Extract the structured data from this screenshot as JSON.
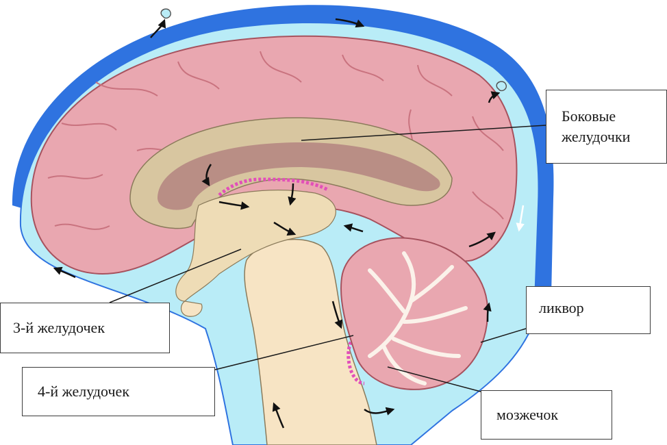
{
  "labels": {
    "lateral_ventricles": "Боковые желудочки",
    "third_ventricle": "3-й желудочек",
    "fourth_ventricle": "4-й желудочек",
    "csf": "ликвор",
    "cerebellum": "мозжечок"
  },
  "colors": {
    "venous_sinus": "#2f73e0",
    "csf": "#b9ecf7",
    "cortex": "#e9a7b0",
    "cortex_fold": "#c9737f",
    "white_matter": "#d8c6a0",
    "ventricle": "#b98e85",
    "brainstem": "#f7e4c4",
    "choroid_plexus": "#e24fb9",
    "arrow": "#111111",
    "arrow_white": "#ffffff"
  }
}
